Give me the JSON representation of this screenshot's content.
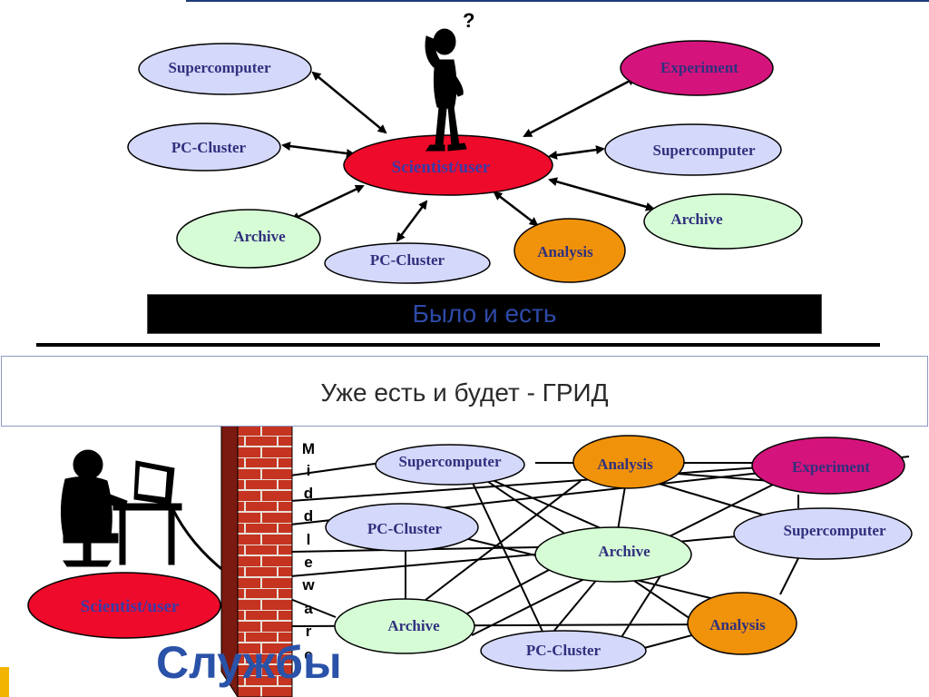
{
  "top_diagram": {
    "center": "Scientist/user",
    "nodes": [
      {
        "id": "supercomputer-left",
        "label": "Supercomputer"
      },
      {
        "id": "pc-cluster-left",
        "label": "PC-Cluster"
      },
      {
        "id": "archive-left",
        "label": "Archive"
      },
      {
        "id": "pc-cluster-bottom",
        "label": "PC-Cluster"
      },
      {
        "id": "analysis",
        "label": "Analysis"
      },
      {
        "id": "archive-right",
        "label": "Archive"
      },
      {
        "id": "supercomputer-right",
        "label": "Supercomputer"
      },
      {
        "id": "experiment",
        "label": "Experiment"
      }
    ]
  },
  "banner_text": "Было и есть",
  "grid_text": "Уже есть и будет - ГРИД",
  "bottom_diagram": {
    "user": "Scientist/user",
    "middleware_letters": [
      "M",
      "i",
      "d",
      "d",
      "l",
      "e",
      "w",
      "a",
      "r",
      "e"
    ],
    "nodes": [
      {
        "id": "supercomputer-1",
        "label": "Supercomputer"
      },
      {
        "id": "analysis-1",
        "label": "Analysis"
      },
      {
        "id": "experiment",
        "label": "Experiment"
      },
      {
        "id": "pc-cluster-1",
        "label": "PC-Cluster"
      },
      {
        "id": "archive-1",
        "label": "Archive"
      },
      {
        "id": "supercomputer-2",
        "label": "Supercomputer"
      },
      {
        "id": "archive-2",
        "label": "Archive"
      },
      {
        "id": "analysis-2",
        "label": "Analysis"
      },
      {
        "id": "pc-cluster-2",
        "label": "PC-Cluster"
      }
    ]
  },
  "services_label": "Службы",
  "colors": {
    "supercomputer": "#d4d8fa",
    "pc_cluster": "#d4d8fa",
    "archive": "#d6fcd6",
    "analysis": "#f0920a",
    "experiment": "#d4147c",
    "scientist": "#ee0a2a",
    "brick": "#b82818"
  }
}
